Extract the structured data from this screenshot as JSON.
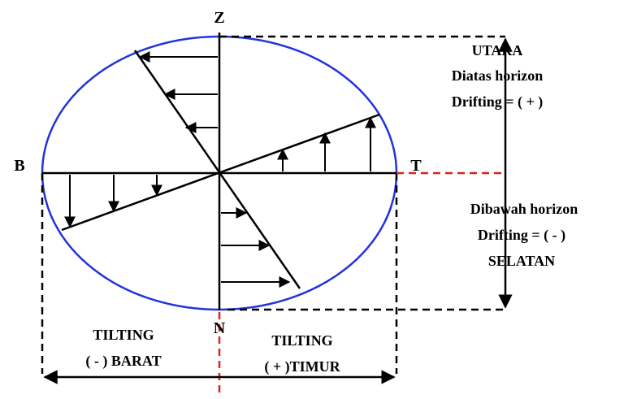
{
  "axes": {
    "zenith": "Z",
    "nadir": "N",
    "west": "B",
    "east": "T"
  },
  "upper_block": {
    "line1": "UTARA",
    "line2": "Diatas horizon",
    "line3": "Drifting = ( + )"
  },
  "lower_block": {
    "line1": "Dibawah horizon",
    "line2": "Drifting = ( - )",
    "line3": "SELATAN"
  },
  "tilting_left": {
    "line1": "TILTING",
    "line2": "( - ) BARAT"
  },
  "tilting_right": {
    "line1": "TILTING",
    "line2": "( + )TIMUR"
  },
  "colors": {
    "circle": "#2233dd",
    "lines": "#000000",
    "red_dashed": "#e02020"
  }
}
